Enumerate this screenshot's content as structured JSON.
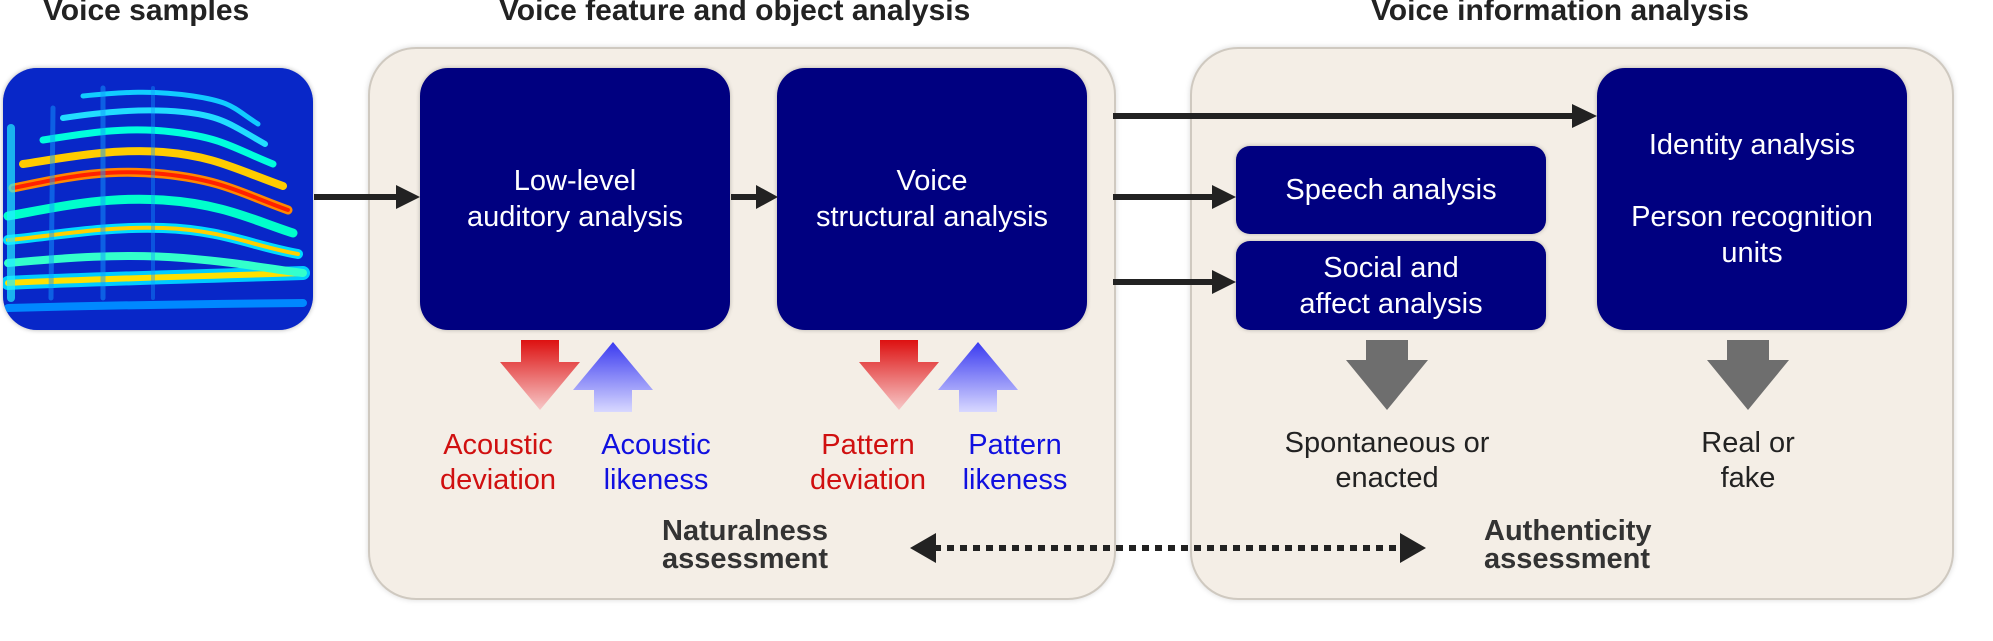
{
  "titles": {
    "voice_samples": "Voice samples",
    "feature_analysis": "Voice feature and object analysis",
    "information_analysis": "Voice information analysis"
  },
  "boxes": {
    "low_level": "Low-level\nauditory analysis",
    "structural": "Voice\nstructural analysis",
    "speech": "Speech analysis",
    "social": "Social and\naffect analysis",
    "identity": "Identity analysis\n\nPerson recognition\nunits"
  },
  "labels": {
    "acoustic_deviation": "Acoustic\ndeviation",
    "acoustic_likeness": "Acoustic\nlikeness",
    "pattern_deviation": "Pattern\ndeviation",
    "pattern_likeness": "Pattern\nlikeness",
    "spontaneous": "Spontaneous or\nenacted",
    "real_fake": "Real or\nfake"
  },
  "assessments": {
    "naturalness": "Naturalness\nassessment",
    "authenticity": "Authenticity\nassessment"
  },
  "colors": {
    "box": "#000080",
    "panel": "#f4eee6",
    "deviation": "#d01010",
    "likeness": "#1010e0",
    "output_arrow": "#6e6e6e"
  }
}
